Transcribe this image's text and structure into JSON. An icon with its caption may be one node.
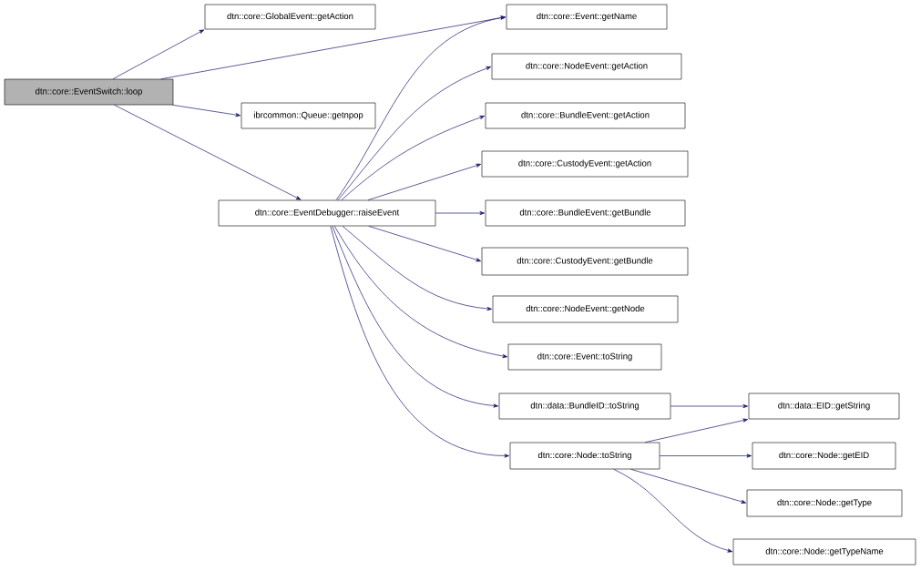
{
  "diagram": {
    "nodes": [
      {
        "text": [
          "dtn::core::EventSwitch::loop"
        ]
      },
      {
        "text": [
          "dtn::core::GlobalEvent::getAction"
        ]
      },
      {
        "text": [
          "dtn::core::Event::getName"
        ]
      },
      {
        "text": [
          "ibrcommon::Queue::getnpop"
        ]
      },
      {
        "text": [
          "dtn::core::EventDebugger::raiseEvent"
        ]
      },
      {
        "text": [
          "dtn::core::NodeEvent::getAction"
        ]
      },
      {
        "text": [
          "dtn::core::BundleEvent::getAction"
        ]
      },
      {
        "text": [
          "dtn::core::CustodyEvent::getAction"
        ]
      },
      {
        "text": [
          "dtn::core::BundleEvent::getBundle"
        ]
      },
      {
        "text": [
          "dtn::core::CustodyEvent::getBundle"
        ]
      },
      {
        "text": [
          "dtn::core::NodeEvent::getNode"
        ]
      },
      {
        "text": [
          "dtn::core::Event::toString"
        ]
      },
      {
        "text": [
          "dtn::data::BundleID::toString"
        ]
      },
      {
        "text": [
          "dtn::core::Node::toString"
        ]
      },
      {
        "text": [
          "dtn::data::EID::getString"
        ]
      },
      {
        "text": [
          "dtn::core::Node::getEID"
        ]
      },
      {
        "text": [
          "dtn::core::Node::getType"
        ]
      },
      {
        "text": [
          "dtn::core::Node::getTypeName"
        ]
      }
    ],
    "edges": [
      {
        "from": 0,
        "to": 1,
        "arrow": "to"
      },
      {
        "from": 0,
        "to": 2,
        "arrow": "to"
      },
      {
        "from": 0,
        "to": 3,
        "arrow": "to"
      },
      {
        "from": 0,
        "to": 4,
        "arrow": "to"
      },
      {
        "from": 4,
        "to": 2,
        "arrow": "to"
      },
      {
        "from": 4,
        "to": 5,
        "arrow": "to"
      },
      {
        "from": 4,
        "to": 6,
        "arrow": "to"
      },
      {
        "from": 4,
        "to": 7,
        "arrow": "to"
      },
      {
        "from": 4,
        "to": 8,
        "arrow": "to"
      },
      {
        "from": 4,
        "to": 9,
        "arrow": "to"
      },
      {
        "from": 4,
        "to": 10,
        "arrow": "to"
      },
      {
        "from": 4,
        "to": 11,
        "arrow": "to"
      },
      {
        "from": 4,
        "to": 12,
        "arrow": "to"
      },
      {
        "from": 4,
        "to": 13,
        "arrow": "to"
      },
      {
        "from": 12,
        "to": 14,
        "arrow": "to"
      },
      {
        "from": 13,
        "to": 14,
        "arrow": "to"
      },
      {
        "from": 13,
        "to": 15,
        "arrow": "to"
      },
      {
        "from": 13,
        "to": 16,
        "arrow": "to"
      },
      {
        "from": 13,
        "to": 17,
        "arrow": "to"
      }
    ]
  }
}
